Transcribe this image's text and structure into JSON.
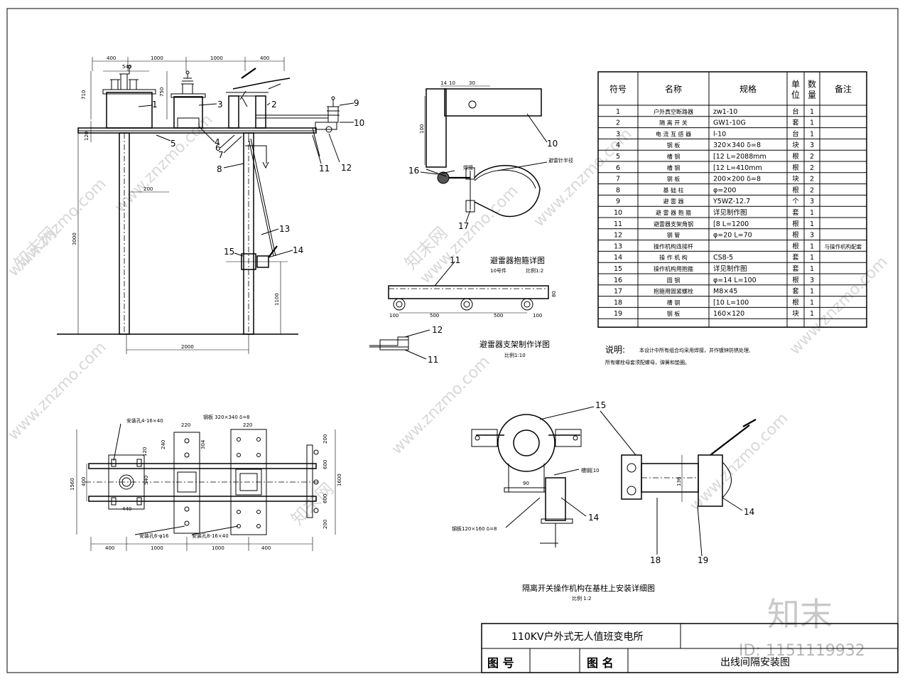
{
  "watermark": {
    "brand_cn": "知末",
    "id_text": "ID: 1151119932",
    "repeat_text": "www.znzmo.com",
    "repeat_cn": "知末网"
  },
  "table": {
    "headers": [
      "符号",
      "名称",
      "规格",
      "单位",
      "数量",
      "备注"
    ],
    "rows": [
      [
        "1",
        "户外真空断路器",
        "zw1-10",
        "台",
        "1",
        ""
      ],
      [
        "2",
        "隔 离 开 关",
        "GW1-10G",
        "套",
        "1",
        ""
      ],
      [
        "3",
        "电 流 互 感 器",
        "l-10",
        "台",
        "1",
        ""
      ],
      [
        "4",
        "钢 板",
        "320×340  δ=8",
        "块",
        "3",
        ""
      ],
      [
        "5",
        "槽 钢",
        "[12  L=2088mm",
        "根",
        "2",
        ""
      ],
      [
        "6",
        "槽 钢",
        "[12  L=410mm",
        "根",
        "2",
        ""
      ],
      [
        "7",
        "钢 板",
        "200×200  δ=8",
        "块",
        "2",
        ""
      ],
      [
        "8",
        "基 础 柱",
        "φ=200",
        "根",
        "2",
        ""
      ],
      [
        "9",
        "避 雷 器",
        "Y5WZ-12.7",
        "个",
        "3",
        ""
      ],
      [
        "10",
        "避 雷 器 抱 箍",
        "详见制作图",
        "套",
        "1",
        ""
      ],
      [
        "11",
        "避雷器支架角钢",
        "[8  L=1200",
        "根",
        "1",
        ""
      ],
      [
        "12",
        "钢 管",
        "φ=20  L=70",
        "根",
        "3",
        ""
      ],
      [
        "13",
        "操作机构连接杆",
        "",
        "根",
        "1",
        "与操作机构配套"
      ],
      [
        "14",
        "操 作 机 构",
        "CS8-5",
        "套",
        "1",
        ""
      ],
      [
        "15",
        "操作机构用抱箍",
        "详见制作图",
        "套",
        "1",
        ""
      ],
      [
        "16",
        "圆 钢",
        "φ=14  L=100",
        "根",
        "3",
        ""
      ],
      [
        "17",
        "抱箍用固紧螺栓",
        "M8×45",
        "套",
        "1",
        ""
      ],
      [
        "18",
        "槽 钢",
        "[10  L=100",
        "根",
        "1",
        ""
      ],
      [
        "19",
        "钢 板",
        "160×120",
        "块",
        "1",
        ""
      ]
    ]
  },
  "notes": {
    "title": "说明:",
    "line1": "本设计中所有组合均采用焊接，并作镀锌防锈处理,",
    "line2": "所有螺栓母套须配螺母，弹簧和垫圈。"
  },
  "views": {
    "hoop_title": "避雷器抱箍详图",
    "hoop_part": "10号件",
    "hoop_scale": "比例1:2",
    "hoop_weld": "焊接",
    "hoop_radius": "避雷针半径",
    "bracket_title": "避雷器支架制作详图",
    "bracket_scale": "比例1:10",
    "mech_title": "隔离开关操作机构在基柱上安装详细图",
    "mech_scale": "比例    1:2",
    "mech_channel": "槽钢[10",
    "mech_plate": "钢板120×160  δ=8"
  },
  "plan_labels": {
    "holes1": "安装孔4-16×40",
    "plate": "钢板  320×340  δ=8",
    "holes2": "安装孔6-φ16",
    "holes3": "安装孔8-16×40"
  },
  "dims": {
    "elev_top": [
      "400",
      "1000",
      "1000",
      "400"
    ],
    "elev_540": "540",
    "elev_710": "710",
    "elev_750": "750",
    "elev_120": "120",
    "elev_200": "200",
    "elev_3000": "3000",
    "elev_1100": "1100",
    "elev_2000": "2000",
    "plan_bottom": [
      "400",
      "1000",
      "1000",
      "400"
    ],
    "plan_1560": "1560",
    "plan_400": "400",
    "plan_1600": "1600",
    "plan_600a": "600",
    "plan_600b": "600",
    "plan_200a": "200",
    "plan_200b": "200",
    "plan_220a": "220",
    "plan_220b": "220",
    "plan_440": "440",
    "plan_540": "540",
    "plan_120": "120",
    "plan_240": "240",
    "plan_304": "304",
    "bracket_500a": "500",
    "bracket_500b": "500",
    "bracket_100a": "100",
    "bracket_100b": "100",
    "bracket_80": "80",
    "hoop_14": "14",
    "hoop_10": "10",
    "hoop_30": "30",
    "hoop_100": "100",
    "mech_90": "90",
    "mech_136": "136"
  },
  "callouts": [
    "1",
    "2",
    "3",
    "4",
    "5",
    "6",
    "7",
    "8",
    "9",
    "10",
    "11",
    "12",
    "13",
    "14",
    "15",
    "16",
    "17",
    "18",
    "19"
  ],
  "title_block": {
    "project": "110KV户外式无人值班变电所",
    "drawing_no_label": "图  号",
    "drawing_name_label": "图  名",
    "drawing_name": "出线间隔安装图"
  }
}
